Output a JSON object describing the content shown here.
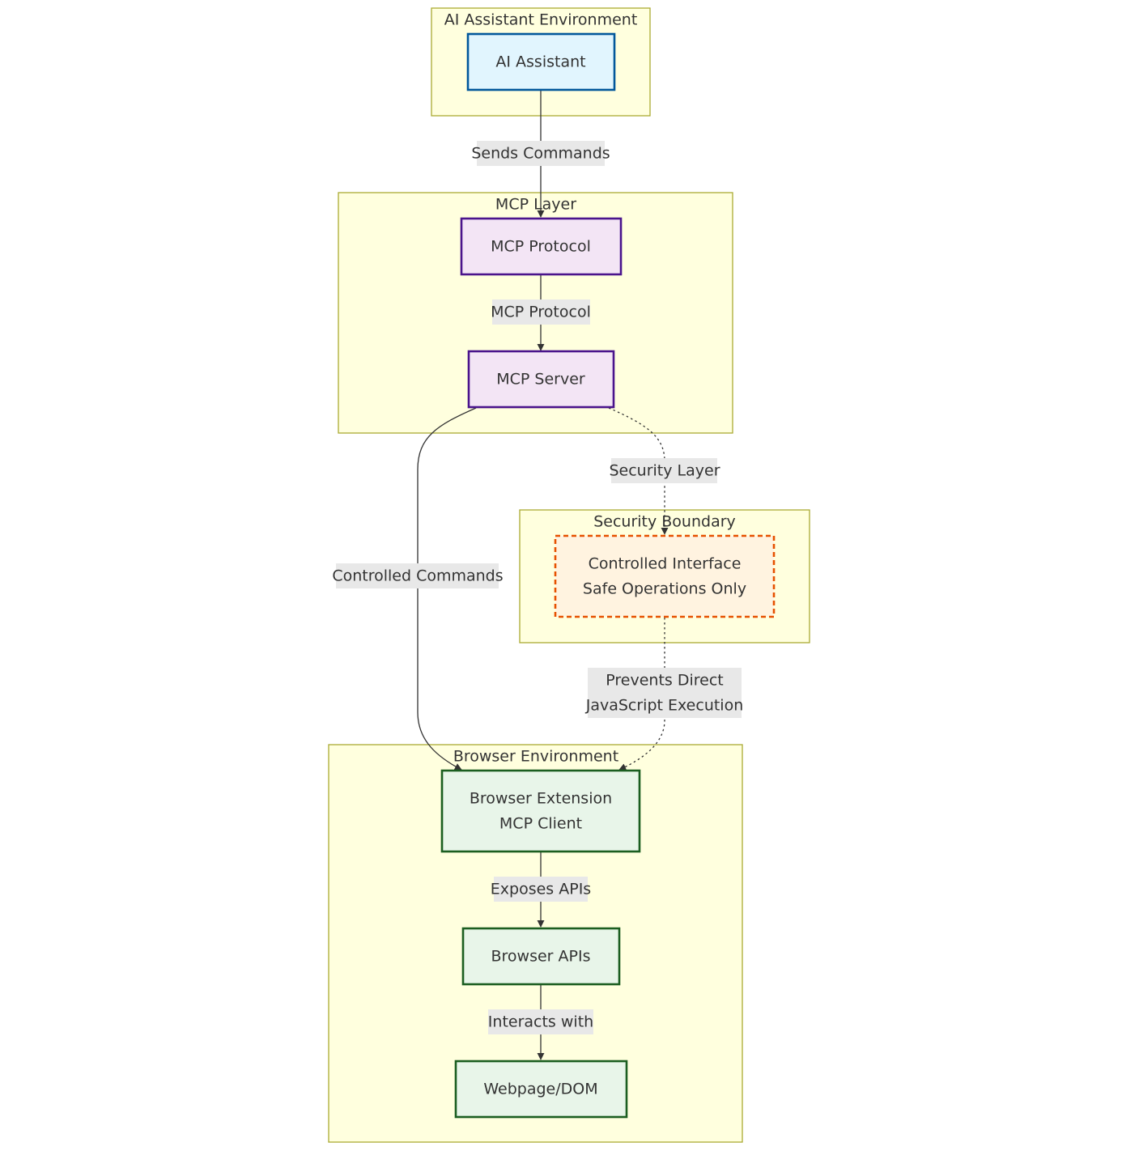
{
  "clusters": {
    "ai_env": "AI Assistant Environment",
    "mcp_layer": "MCP Layer",
    "security": "Security Boundary",
    "browser_env": "Browser Environment"
  },
  "nodes": {
    "ai_assistant": "AI Assistant",
    "mcp_protocol": "MCP Protocol",
    "mcp_server": "MCP Server",
    "controlled_interface": [
      "Controlled Interface",
      "Safe Operations Only"
    ],
    "browser_extension": [
      "Browser Extension",
      "MCP Client"
    ],
    "browser_apis": "Browser APIs",
    "webpage_dom": "Webpage/DOM"
  },
  "edges": {
    "sends_commands": "Sends Commands",
    "mcp_protocol": "MCP Protocol",
    "security_layer": "Security Layer",
    "controlled_commands": "Controlled Commands",
    "prevents": [
      "Prevents Direct",
      "JavaScript Execution"
    ],
    "exposes_apis": "Exposes APIs",
    "interacts_with": "Interacts with"
  },
  "colors": {
    "cluster_fill": "#ffffde",
    "cluster_stroke": "#aaaa33",
    "ai_fill": "#e1f5fe",
    "ai_stroke": "#01579b",
    "mcp_fill": "#f3e5f5",
    "mcp_stroke": "#4a148c",
    "security_fill": "#fff3e0",
    "security_stroke": "#e65100",
    "browser_fill": "#e8f5e9",
    "browser_stroke": "#1b5e20"
  }
}
